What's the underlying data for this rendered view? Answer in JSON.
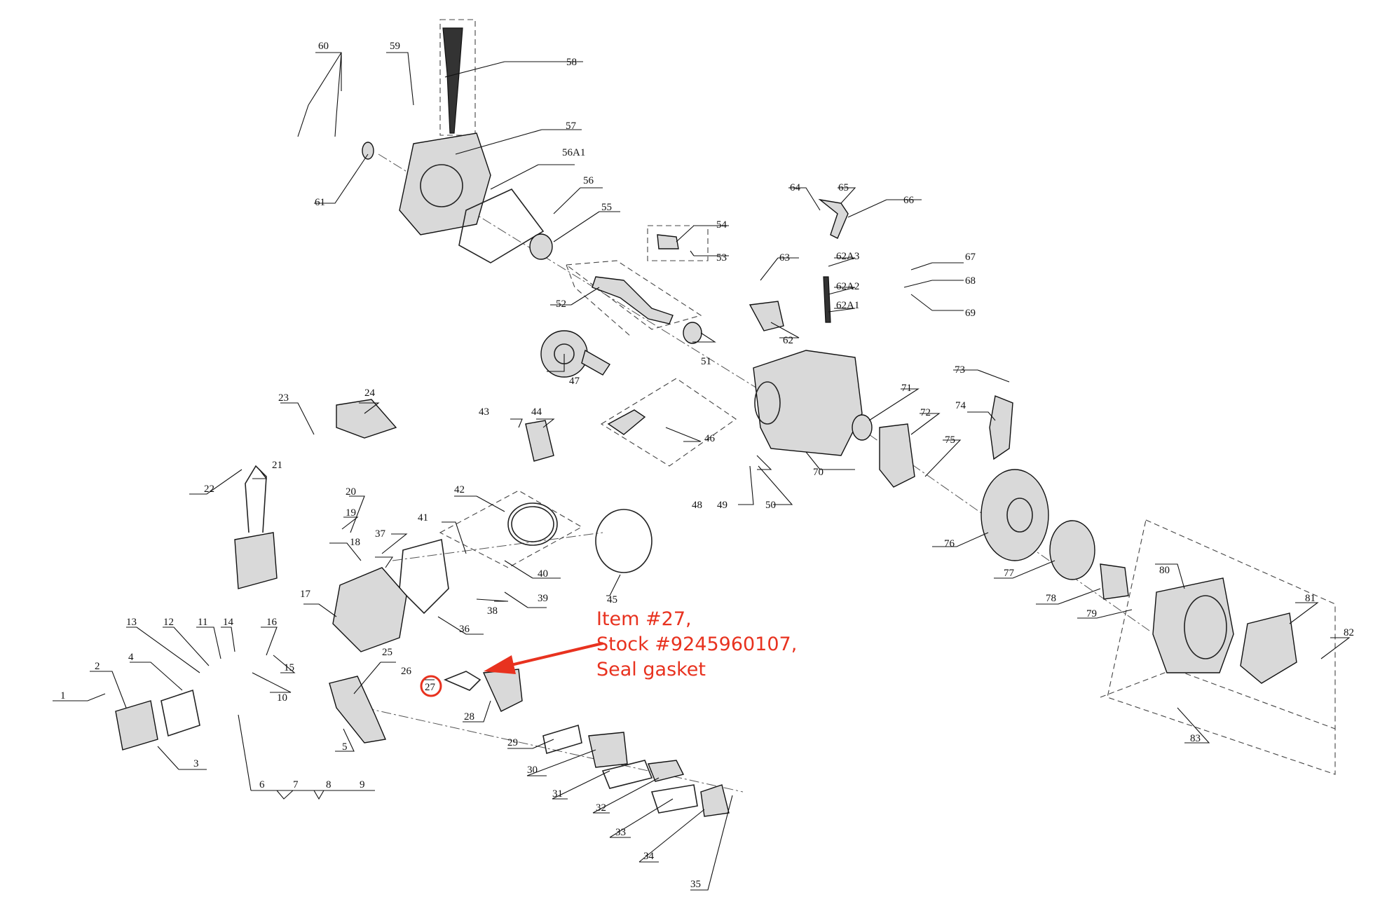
{
  "diagram": {
    "part_numbers": [
      "1",
      "2",
      "3",
      "4",
      "5",
      "6",
      "7",
      "8",
      "9",
      "10",
      "11",
      "12",
      "13",
      "14",
      "15",
      "16",
      "17",
      "18",
      "19",
      "20",
      "21",
      "22",
      "23",
      "24",
      "25",
      "26",
      "27",
      "28",
      "29",
      "30",
      "31",
      "32",
      "33",
      "34",
      "35",
      "36",
      "37",
      "38",
      "39",
      "40",
      "41",
      "42",
      "43",
      "44",
      "45",
      "46",
      "47",
      "48",
      "49",
      "50",
      "51",
      "52",
      "53",
      "54",
      "55",
      "56",
      "56A1",
      "57",
      "58",
      "59",
      "60",
      "61",
      "62",
      "62A1",
      "62A2",
      "62A3",
      "63",
      "64",
      "65",
      "66",
      "67",
      "68",
      "69",
      "70",
      "71",
      "72",
      "73",
      "74",
      "75",
      "76",
      "77",
      "78",
      "79",
      "80",
      "81",
      "82",
      "83"
    ],
    "highlighted_part": "27"
  },
  "callout": {
    "lines": [
      "Item #27,",
      "Stock #9245960107,",
      "Seal gasket"
    ],
    "color": "#e8321f"
  }
}
